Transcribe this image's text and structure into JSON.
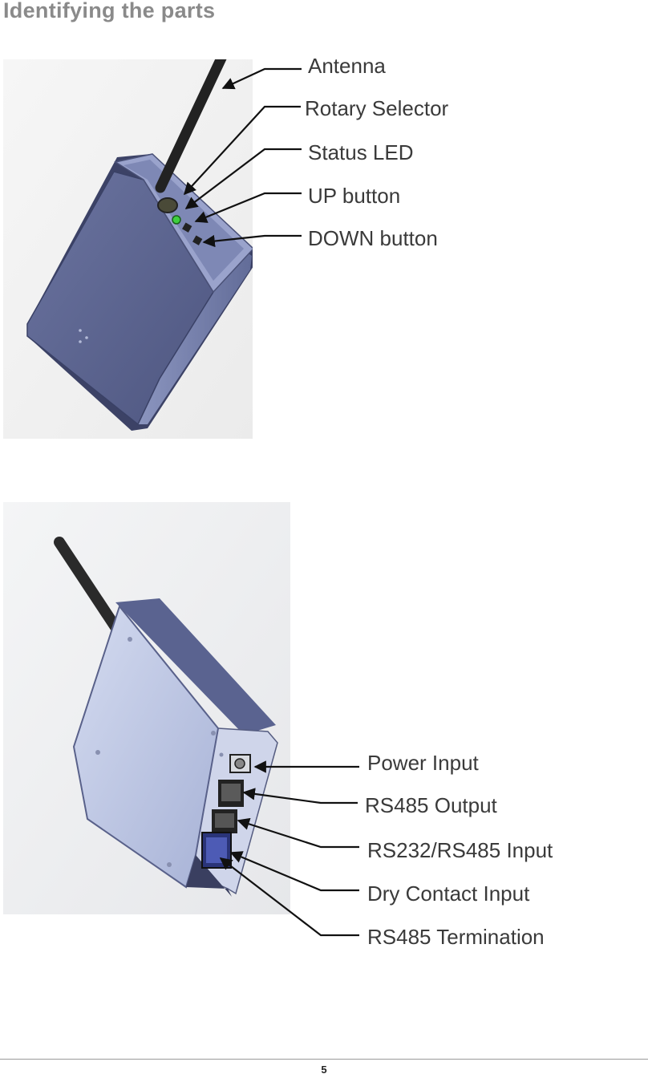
{
  "heading": "Identifying the parts",
  "top_figure": {
    "labels": {
      "antenna": "Antenna",
      "rotary_selector": "Rotary Selector",
      "status_led": "Status LED",
      "up_button": "UP button",
      "down_button": "DOWN button"
    }
  },
  "bottom_figure": {
    "labels": {
      "power_input": "Power Input",
      "rs485_output": "RS485 Output",
      "rs232_rs485_input": "RS232/RS485 Input",
      "dry_contact_input": "Dry Contact Input",
      "rs485_termination": "RS485 Termination"
    }
  },
  "page_number": "5",
  "colors": {
    "heading": "#8a8a8a",
    "label_text": "#3a3a3a",
    "leader_line": "#111111",
    "device_top_face": "#5d6688",
    "device_bottom_face": "#b9c3e1"
  }
}
